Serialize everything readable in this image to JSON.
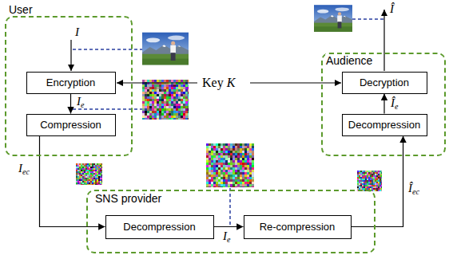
{
  "diagram": {
    "nodes": [
      {
        "text": [
          "User"
        ]
      },
      {
        "text": [
          "Encryption"
        ],
        "in": 0
      },
      {
        "text": [
          "Compression"
        ],
        "in": 0
      },
      {
        "text": [
          "Audience"
        ]
      },
      {
        "text": [
          "Decryption"
        ],
        "in": 3
      },
      {
        "text": [
          "Decompression"
        ],
        "in": 3
      },
      {
        "text": [
          "SNS provider"
        ]
      },
      {
        "text": [
          "Decompression"
        ],
        "in": 6
      },
      {
        "text": [
          "Re-compression"
        ],
        "in": 6
      }
    ],
    "edges": [
      {
        "from": 1,
        "to": 2,
        "label": "Ie",
        "arrow": "to"
      },
      {
        "from": 2,
        "to": 7,
        "label": "Iec",
        "arrow": "to"
      },
      {
        "from": 7,
        "to": 8,
        "label": "Ie",
        "arrow": "to"
      },
      {
        "from": 8,
        "to": 5,
        "label": "Îec",
        "arrow": "to"
      },
      {
        "from": 5,
        "to": 4,
        "label": "Îe",
        "arrow": "to"
      }
    ],
    "labels": [
      "I",
      "Key K",
      "Î"
    ]
  }
}
